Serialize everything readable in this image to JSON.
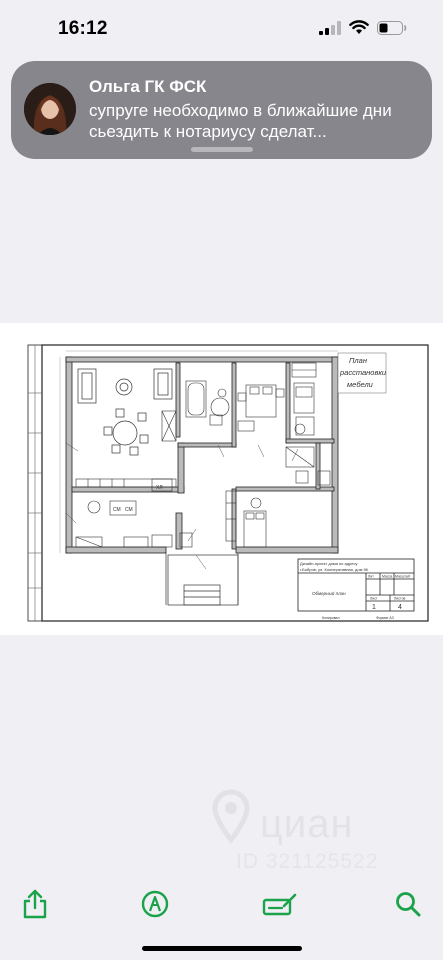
{
  "status_bar": {
    "time": "16:12"
  },
  "notification": {
    "sender": "Ольга ГК ФСК",
    "message": "супруге необходимо в ближайшие дни сьездить к нотариусу сделат..."
  },
  "document": {
    "plan_title_line1": "План",
    "plan_title_line2": "расстановки",
    "plan_title_line3": "мебели",
    "stamp_description_line1": "Дизайн-проект дома по адресу",
    "stamp_description_line2": "г.Бобров, ул. Кооперативная, дом 96",
    "stamp_col_stage": "Лит",
    "stamp_col_sheet": "Масса",
    "stamp_col_scale": "Масштаб",
    "stamp_sheet_label": "Лист",
    "stamp_sheets_label": "Листов",
    "stamp_sheet_value": "1",
    "stamp_sheets_value": "4",
    "stamp_drawing_name": "Обмерный план",
    "stamp_footer_left": "Копировал",
    "stamp_footer_right": "Формат А3",
    "fridge_label": "ХЛ",
    "washer_label": "СМ"
  },
  "watermark": {
    "brand": "циан",
    "listing_id": "ID 321125522"
  },
  "colors": {
    "accent_green": "#1aa34a",
    "notification_bg": "#86868c",
    "page_bg": "#efeff4"
  },
  "icons": {
    "share": "share-icon",
    "markup": "markup-pen-icon",
    "sign": "signature-icon",
    "search": "search-icon"
  }
}
